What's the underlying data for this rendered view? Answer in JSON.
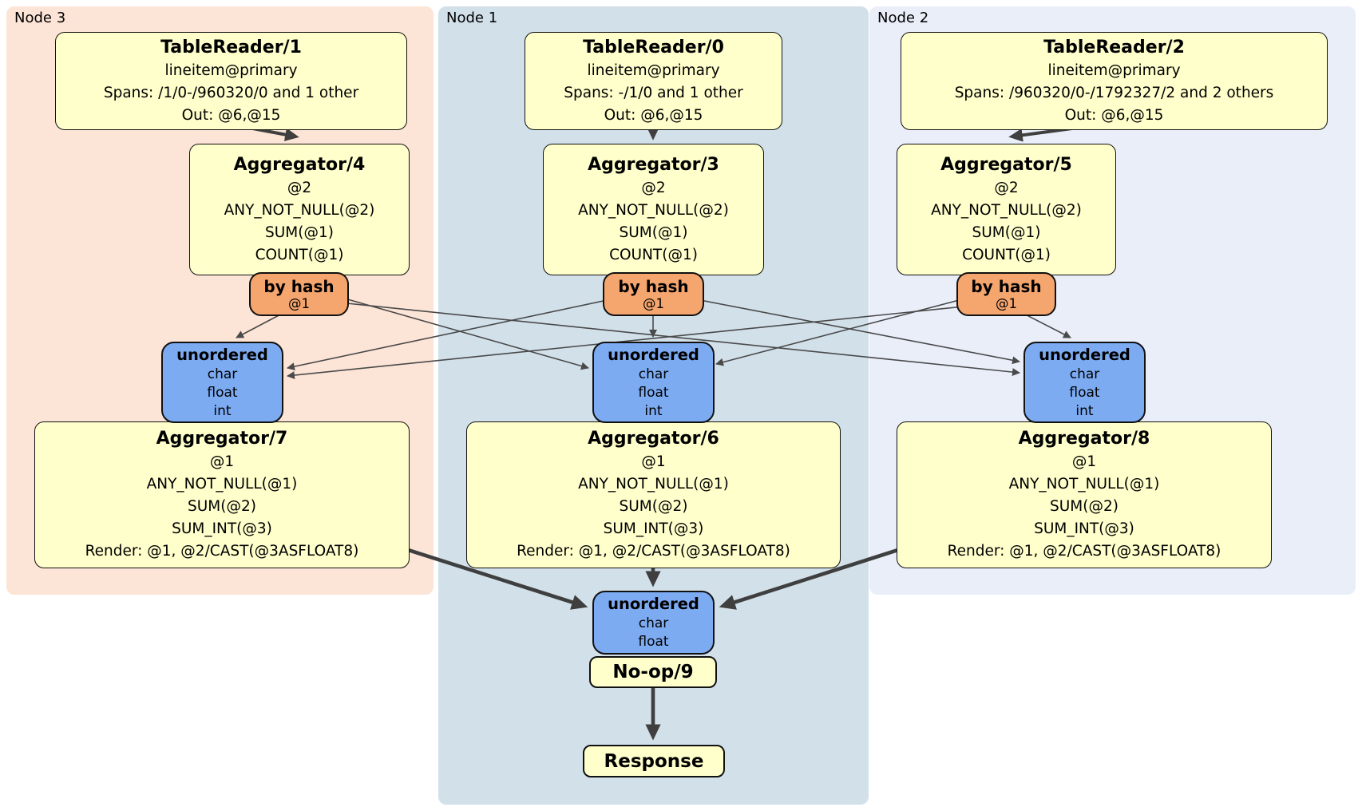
{
  "colors": {
    "processor_fill": "#ffffcc",
    "router_fill": "#f5a56e",
    "sync_fill": "#7cabf2",
    "node1_bg": "#d2e0ea",
    "node2_bg": "#e9eef9",
    "node3_bg": "#fce4d6",
    "edge": "#3f3f3f"
  },
  "nodes": {
    "node3": {
      "label": "Node 3",
      "tablereader": {
        "title": "TableReader/1",
        "lines": [
          "lineitem@primary",
          "Spans: /1/0-/960320/0 and 1 other",
          "Out: @6,@15"
        ]
      },
      "agg_top": {
        "title": "Aggregator/4",
        "lines": [
          "@2",
          "ANY_NOT_NULL(@2)",
          "SUM(@1)",
          "COUNT(@1)"
        ]
      },
      "router": {
        "title": "by hash",
        "detail": "@1"
      },
      "sync": {
        "title": "unordered",
        "items": [
          "char",
          "float",
          "int"
        ]
      },
      "agg_bottom": {
        "title": "Aggregator/7",
        "lines": [
          "@1",
          "ANY_NOT_NULL(@1)",
          "SUM(@2)",
          "SUM_INT(@3)",
          "Render: @1, @2/CAST(@3ASFLOAT8)"
        ]
      }
    },
    "node1": {
      "label": "Node 1",
      "tablereader": {
        "title": "TableReader/0",
        "lines": [
          "lineitem@primary",
          "Spans: -/1/0 and 1 other",
          "Out: @6,@15"
        ]
      },
      "agg_top": {
        "title": "Aggregator/3",
        "lines": [
          "@2",
          "ANY_NOT_NULL(@2)",
          "SUM(@1)",
          "COUNT(@1)"
        ]
      },
      "router": {
        "title": "by hash",
        "detail": "@1"
      },
      "sync": {
        "title": "unordered",
        "items": [
          "char",
          "float",
          "int"
        ]
      },
      "agg_bottom": {
        "title": "Aggregator/6",
        "lines": [
          "@1",
          "ANY_NOT_NULL(@1)",
          "SUM(@2)",
          "SUM_INT(@3)",
          "Render: @1, @2/CAST(@3ASFLOAT8)"
        ]
      }
    },
    "node2": {
      "label": "Node 2",
      "tablereader": {
        "title": "TableReader/2",
        "lines": [
          "lineitem@primary",
          "Spans: /960320/0-/1792327/2 and 2 others",
          "Out: @6,@15"
        ]
      },
      "agg_top": {
        "title": "Aggregator/5",
        "lines": [
          "@2",
          "ANY_NOT_NULL(@2)",
          "SUM(@1)",
          "COUNT(@1)"
        ]
      },
      "router": {
        "title": "by hash",
        "detail": "@1"
      },
      "sync": {
        "title": "unordered",
        "items": [
          "char",
          "float",
          "int"
        ]
      },
      "agg_bottom": {
        "title": "Aggregator/8",
        "lines": [
          "@1",
          "ANY_NOT_NULL(@1)",
          "SUM(@2)",
          "SUM_INT(@3)",
          "Render: @1, @2/CAST(@3ASFLOAT8)"
        ]
      }
    }
  },
  "final": {
    "sync": {
      "title": "unordered",
      "items": [
        "char",
        "float"
      ]
    },
    "noop_label": "No-op/9",
    "response_label": "Response"
  }
}
